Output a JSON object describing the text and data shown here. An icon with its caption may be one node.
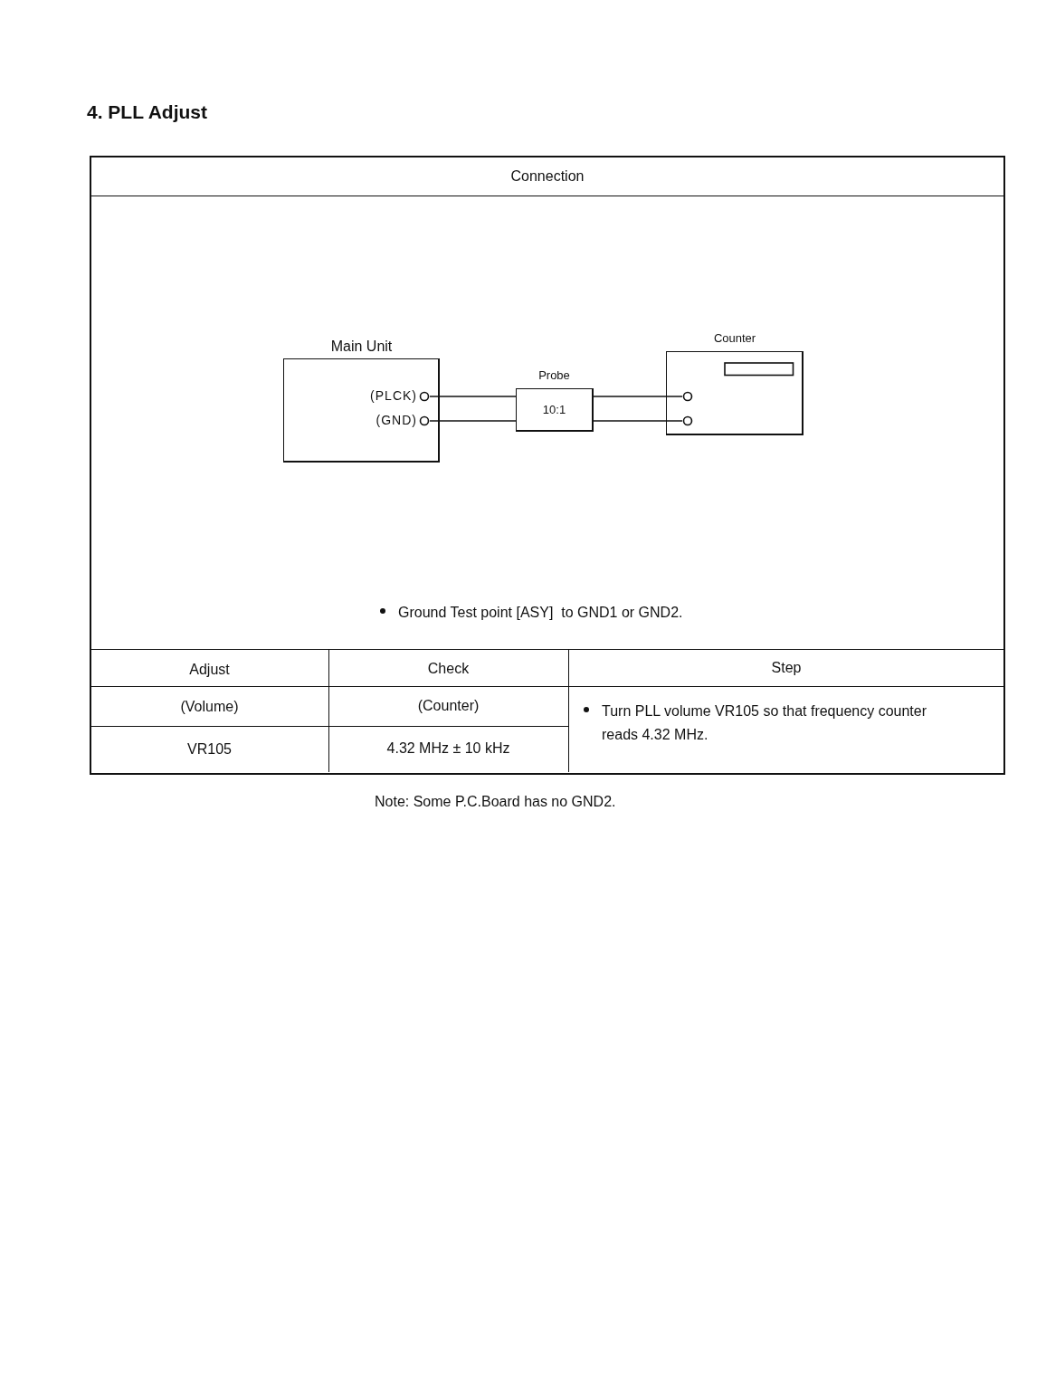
{
  "diagram": {
    "title": "4. PLL Adjust",
    "nodes": [
      {
        "text": [
          "Main Unit"
        ]
      },
      {
        "text": [
          "Probe",
          "10:1"
        ]
      },
      {
        "text": [
          "Counter"
        ]
      },
      {
        "text": [
          "(PLCK)"
        ],
        "in": 0
      },
      {
        "text": [
          "(GND)"
        ],
        "in": 0
      },
      {
        "text": [],
        "shape": "circle",
        "in": 2
      },
      {
        "text": [],
        "shape": "circle",
        "in": 2
      },
      {
        "text": [],
        "shape": "box",
        "in": 2
      }
    ],
    "edges": [
      {
        "from": 3,
        "to": 1,
        "arrow": "none"
      },
      {
        "from": 4,
        "to": 1,
        "arrow": "none"
      },
      {
        "from": 1,
        "to": 5,
        "arrow": "none"
      },
      {
        "from": 1,
        "to": 6,
        "arrow": "none"
      }
    ],
    "labels": [
      "Connection",
      "Ground Test point [ASY]  to GND1 or GND2.",
      "Adjust",
      "Check",
      "Step",
      "(Volume)",
      "(Counter)",
      "Turn PLL volume VR105 so that frequency counter reads 4.32 MHz.",
      "VR105",
      "4.32 MHz ± 10 kHz",
      "Note: Some P.C.Board has no GND2."
    ]
  }
}
